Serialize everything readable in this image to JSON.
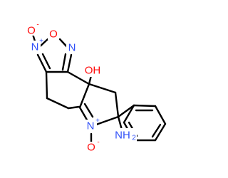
{
  "molecule": {
    "colors": {
      "bond": "#000000",
      "oxygen": "#ff0d0d",
      "nitrogen": "#3050f8",
      "background": "#ffffff"
    },
    "labels": {
      "o_top_left": "O",
      "o_top_left_charge": "-",
      "n_plus_top": "N",
      "n_plus_top_charge": "+",
      "o_ring": "O",
      "n_ring": "N",
      "oh": "OH",
      "n_plus_bottom": "N",
      "n_plus_bottom_charge": "+",
      "o_bottom": "O",
      "o_bottom_charge": "-",
      "nh2_main": "NH",
      "nh2_sub": "2"
    }
  }
}
